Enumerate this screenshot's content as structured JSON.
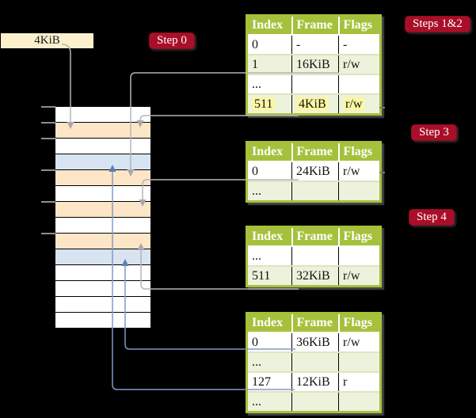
{
  "register": {
    "label": "4KiB"
  },
  "badges": {
    "step0": "Step 0",
    "steps12": "Steps 1&2",
    "step3": "Step 3",
    "step4": "Step 4"
  },
  "memory": {
    "rows": [
      {
        "css": "mrow white"
      },
      {
        "css": "mrow peach"
      },
      {
        "css": "mrow white"
      },
      {
        "css": "mrow blue"
      },
      {
        "css": "mrow peach"
      },
      {
        "css": "mrow white"
      },
      {
        "css": "mrow peach"
      },
      {
        "css": "mrow white"
      },
      {
        "css": "mrow peach"
      },
      {
        "css": "mrow blue"
      },
      {
        "css": "mrow white"
      },
      {
        "css": "mrow white"
      },
      {
        "css": "mrow white"
      },
      {
        "css": "mrow white"
      }
    ]
  },
  "tables": {
    "columns": [
      "Index",
      "Frame",
      "Flags"
    ],
    "t1": {
      "rows": [
        [
          "0",
          "-",
          "-"
        ],
        [
          "1",
          "16KiB",
          "r/w"
        ],
        [
          "...",
          "",
          ""
        ],
        [
          "511",
          "4KiB",
          "r/w"
        ]
      ]
    },
    "t2": {
      "rows": [
        [
          "0",
          "24KiB",
          "r/w"
        ],
        [
          "...",
          "",
          ""
        ]
      ]
    },
    "t3": {
      "rows": [
        [
          "...",
          "",
          ""
        ],
        [
          "511",
          "32KiB",
          "r/w"
        ]
      ]
    },
    "t4": {
      "rows": [
        [
          "0",
          "36KiB",
          "r/w"
        ],
        [
          "...",
          "",
          ""
        ],
        [
          "127",
          "12KiB",
          "r"
        ],
        [
          "...",
          "",
          ""
        ]
      ]
    }
  },
  "colors": {
    "badge_red": "#a90f28",
    "table_header_green": "#a5c13c",
    "table_row_green": "#edf2dc",
    "highlight_yellow": "#fbf7a3",
    "page_table_peach": "#fde5c8",
    "data_page_blue": "#d8e4f2",
    "register_cream": "#fdf0cd",
    "arrow_gray": "#b5b5b5",
    "arrow_blue": "#7d9bc8"
  }
}
